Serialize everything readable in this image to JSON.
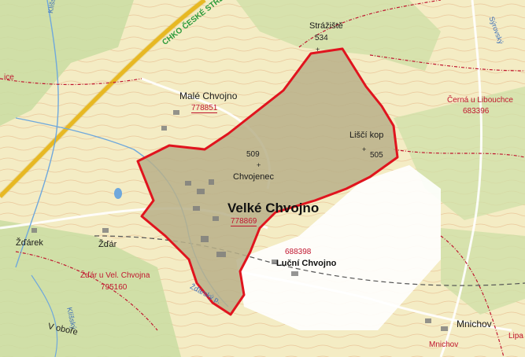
{
  "map": {
    "colors": {
      "land": "#f4ecc4",
      "meadow": "#e9e9c2",
      "forest": "#c9dda2",
      "parcel_fill": "#b8b08a",
      "parcel_border": "#e0141e",
      "highway": "#f2c22a",
      "water": "#6fa8dc",
      "open_area": "#ffffff",
      "road": "#ffffff"
    },
    "labels": {
      "chko": "CHKO ČESKÉ STŘEDO",
      "strazište": "Strážiště",
      "strazište_elev": "534",
      "male_chvojno": "Malé Chvojno",
      "male_chvojno_code": "778851",
      "cermna_name": "Černá u Libouchce",
      "cermna_code": "683396",
      "lisci_kop": "Liščí kop",
      "lisci_kop_elev": "505",
      "chvojenec_elev": "509",
      "chvojenec": "Chvojenec",
      "velke_chvojno": "Velké Chvojno",
      "velke_chvojno_code": "778869",
      "lucni_chvojno_code": "688398",
      "lucni_chvojno": "Luční Chvojno",
      "zdarek": "Žďárek",
      "zdar": "Žďár",
      "zdar_u_vel_name": "Žďár u Vel. Chvojna",
      "zdar_u_vel_code": "795160",
      "zdarsky_potok": "Žďárský p.",
      "klisský_potok": "Klíšský p.",
      "klisský_potok_2": "Klíšský",
      "v_oborce": "V oboře",
      "mnichov": "Mnichov",
      "mnichov_red": "Mnichov",
      "lipa": "Lipa",
      "ice": "ice",
      "svatsky": "Sýrovský"
    }
  }
}
